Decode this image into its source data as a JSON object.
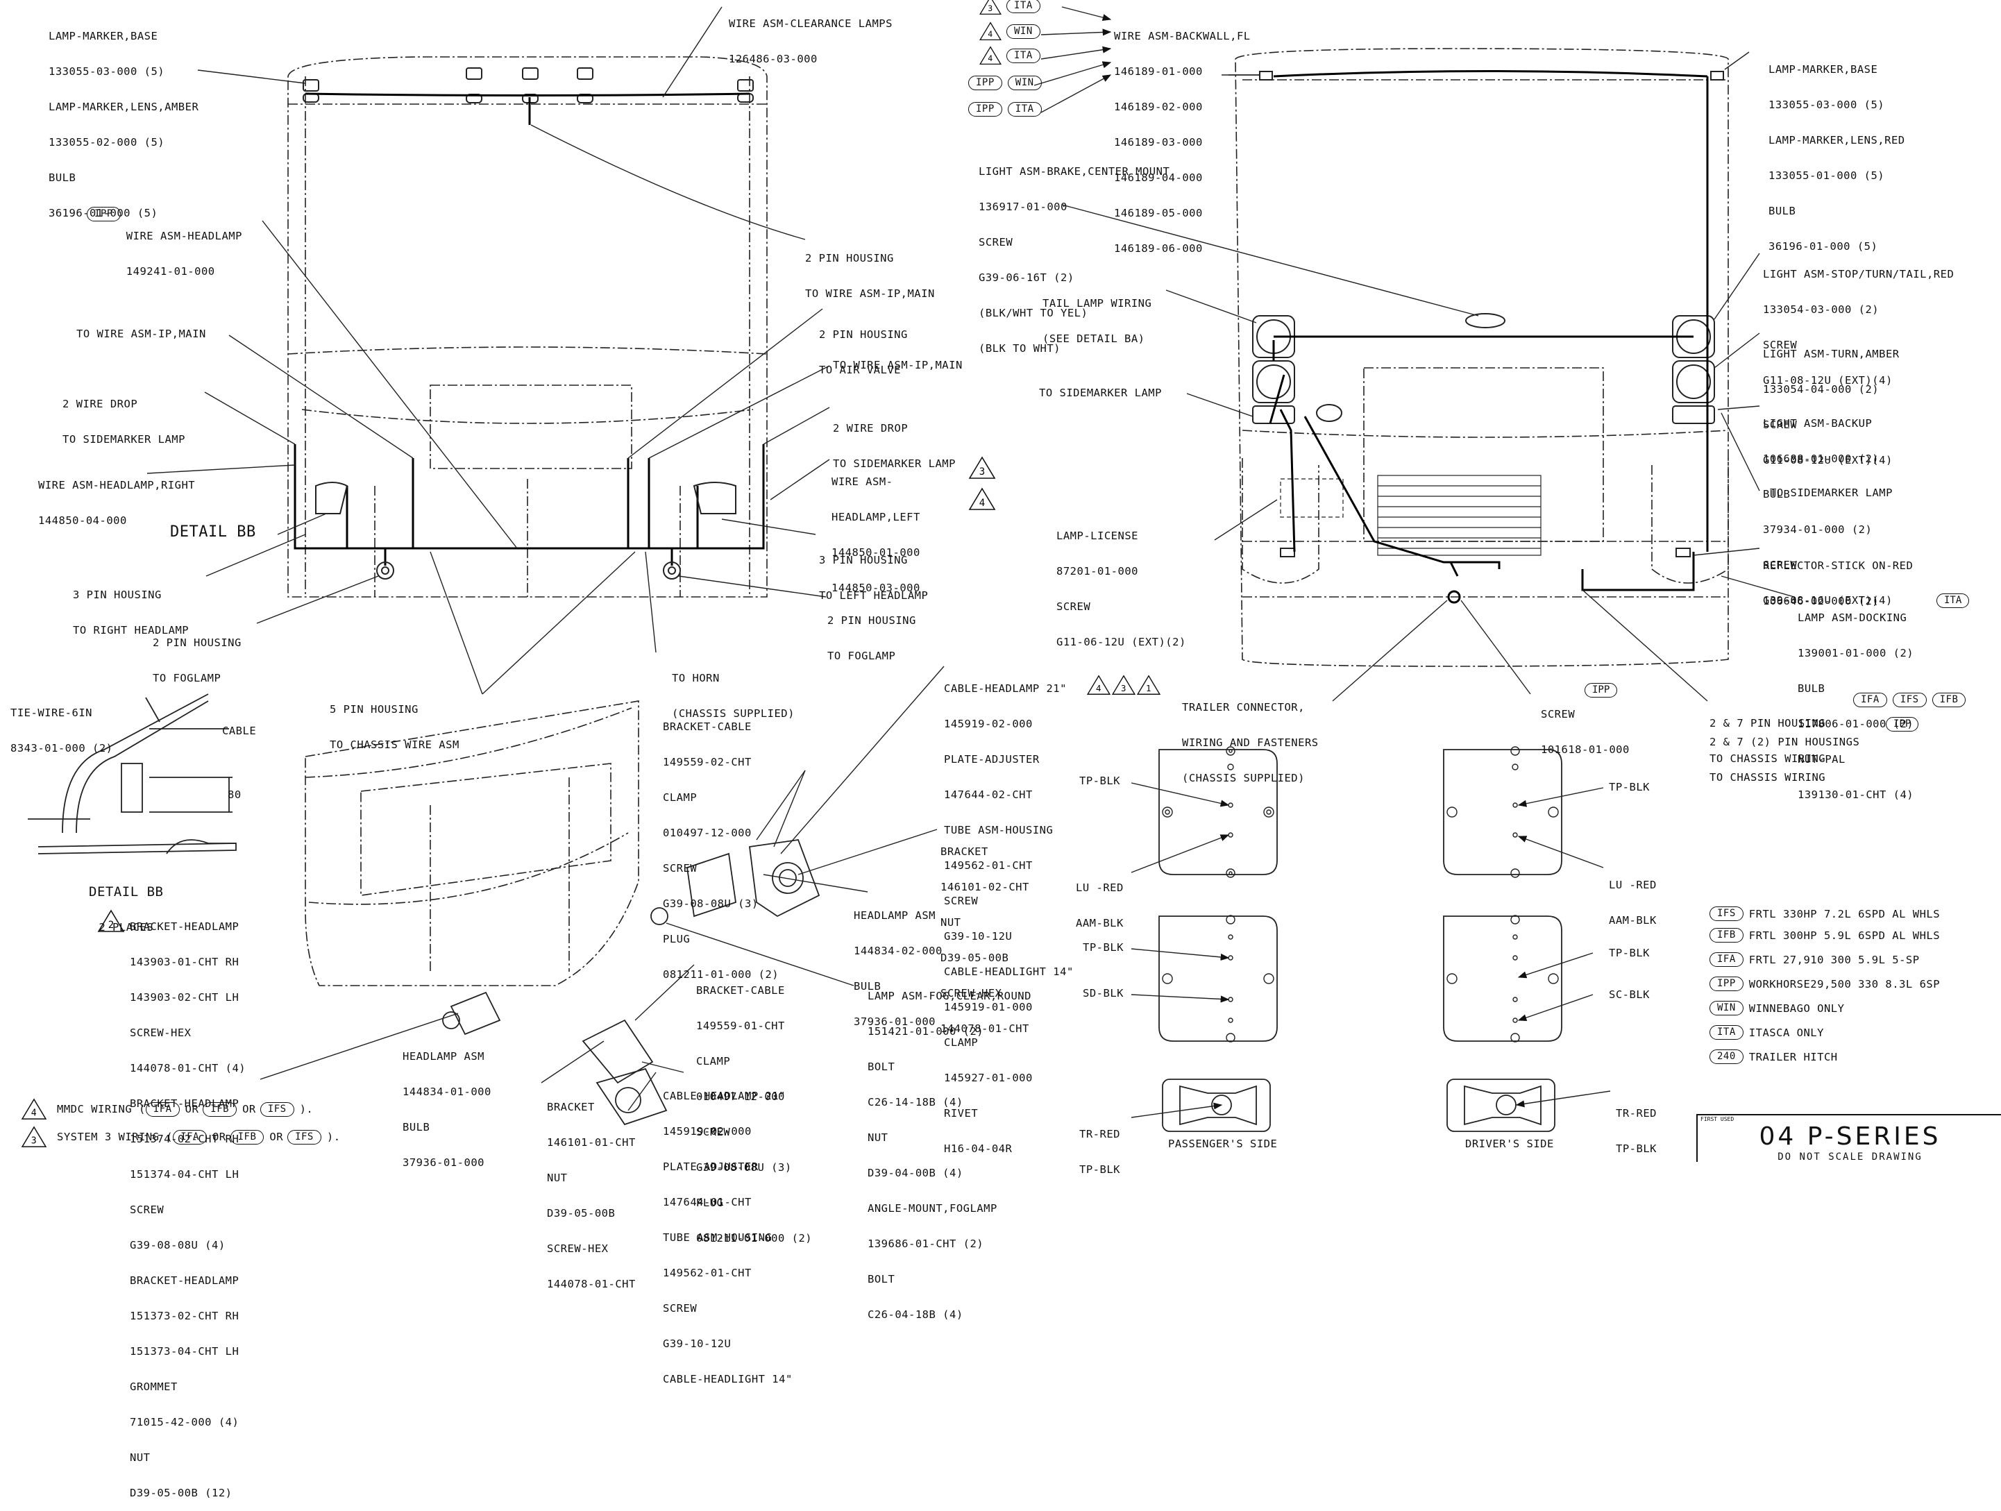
{
  "left_labels": {
    "lamp_marker_front": [
      "LAMP-MARKER,BASE",
      "133055-03-000 (5)",
      "LAMP-MARKER,LENS,AMBER",
      "133055-02-000 (5)",
      "BULB",
      "36196-01-000 (5)"
    ],
    "wire_clearance": [
      "WIRE ASM-CLEARANCE LAMPS",
      "126486-03-000"
    ],
    "wire_headlamp": [
      "WIRE ASM-HEADLAMP",
      "149241-01-000"
    ],
    "wire_headlamp_badge": "IPP",
    "housing_ip_main": [
      "2 PIN HOUSING",
      "TO WIRE ASM-IP,MAIN"
    ],
    "to_wire_ip_left": "TO WIRE ASM-IP,MAIN",
    "housing_air_valve": [
      "2 PIN HOUSING",
      "TO AIR VALVE"
    ],
    "to_wire_ip_right": "TO WIRE ASM-IP,MAIN",
    "wire_drop_left": [
      "2 WIRE DROP",
      "TO SIDEMARKER LAMP"
    ],
    "wire_drop_right": [
      "2 WIRE DROP",
      "TO SIDEMARKER LAMP"
    ],
    "wire_headlamp_right": [
      "WIRE ASM-HEADLAMP,RIGHT",
      "144850-04-000"
    ],
    "wire_headlamp_left": [
      "WIRE ASM-",
      "HEADLAMP,LEFT",
      "144850-01-000",
      "144850-03-000"
    ],
    "detail_bb": "DETAIL BB",
    "housing_right_headlamp": [
      "3 PIN HOUSING",
      "TO RIGHT HEADLAMP"
    ],
    "housing_left_headlamp": [
      "3 PIN HOUSING",
      "TO LEFT HEADLAMP"
    ],
    "housing_foglamp_left": [
      "2 PIN HOUSING",
      "TO FOGLAMP"
    ],
    "housing_foglamp_right": [
      "2 PIN HOUSING",
      "TO FOGLAMP"
    ],
    "to_horn": [
      "TO HORN",
      "(CHASSIS SUPPLIED)"
    ],
    "housing_chassis": [
      "5 PIN HOUSING",
      "TO CHASSIS WIRE ASM"
    ]
  },
  "detail": {
    "tie_wire": [
      "TIE-WIRE-6IN",
      "8343-01-000 (2)"
    ],
    "cable": "CABLE",
    "dim": "80",
    "caption": "DETAIL BB",
    "caption_sub": "2 PLACES"
  },
  "bracket_list": [
    "BRACKET-HEADLAMP",
    "143903-01-CHT RH",
    "143903-02-CHT LH",
    "SCREW-HEX",
    "144078-01-CHT (4)",
    "BRACKET-HEADLAMP",
    "151374-02-CHT RH",
    "151374-04-CHT LH",
    "SCREW",
    "G39-08-08U (4)",
    "BRACKET-HEADLAMP",
    "151373-02-CHT RH",
    "151373-04-CHT LH",
    "GROMMET",
    "71015-42-000 (4)",
    "NUT",
    "D39-05-00B (12)"
  ],
  "bracket_list_tri": "2",
  "iso": {
    "bracket_cable_top": [
      "BRACKET-CABLE",
      "149559-02-CHT",
      "CLAMP",
      "010497-12-000",
      "SCREW",
      "G39-08-08U (3)",
      "PLUG",
      "081211-01-000 (2)"
    ],
    "cable_headlamp_top": [
      "CABLE-HEADLAMP 21\"",
      "145919-02-000",
      "PLATE-ADJUSTER",
      "147644-02-CHT",
      "TUBE ASM-HOUSING",
      "149562-01-CHT",
      "SCREW",
      "G39-10-12U",
      "CABLE-HEADLIGHT 14\"",
      "145919-01-000",
      "CLAMP",
      "145927-01-000",
      "RIVET",
      "H16-04-04R"
    ],
    "bracket_top": [
      "BRACKET",
      "146101-02-CHT",
      "NUT",
      "D39-05-00B",
      "SCREW-HEX",
      "144078-01-CHT"
    ],
    "headlamp_top": [
      "HEADLAMP ASM",
      "144834-02-000",
      "BULB",
      "37936-01-000"
    ],
    "bracket_cable_bottom": [
      "BRACKET-CABLE",
      "149559-01-CHT",
      "CLAMP",
      "010497-12-000",
      "SCREW",
      "G39-08-08U (3)",
      "PLUG",
      "081211-01-000 (2)"
    ],
    "lamp_fog": [
      "LAMP ASM-FOG,CLEAR,ROUND",
      "151421-01-000 (2)",
      "BOLT",
      "C26-14-18B (4)",
      "NUT",
      "D39-04-00B (4)",
      "ANGLE-MOUNT,FOGLAMP",
      "139686-01-CHT (2)",
      "BOLT",
      "C26-04-18B (4)"
    ],
    "headlamp_bottom": [
      "HEADLAMP ASM",
      "144834-01-000",
      "BULB",
      "37936-01-000"
    ],
    "bracket_bottom": [
      "BRACKET",
      "146101-01-CHT",
      "NUT",
      "D39-05-00B",
      "SCREW-HEX",
      "144078-01-CHT"
    ],
    "cable_headlamp_bottom": [
      "CABLE-HEADLAMP 21\"",
      "145919-02-000",
      "PLATE-ADJUSTER",
      "147644-01-CHT",
      "TUBE ASM-HOUSING",
      "149562-01-CHT",
      "SCREW",
      "G39-10-12U",
      "CABLE-HEADLIGHT 14\""
    ]
  },
  "notes": {
    "mmdc": "MMDC WIRING (",
    "mmdc_tri": "4",
    "system3": "SYSTEM 3 WIRING (",
    "system3_tri": "3",
    "or": "OR",
    "end": ").",
    "pill_ifa": "IFA",
    "pill_ifb": "IFB",
    "pill_ifs": "IFS"
  },
  "rear_labels": {
    "backwall_tags": [
      {
        "tri": "3",
        "pill": "ITA"
      },
      {
        "tri": "4",
        "pill": "WIN"
      },
      {
        "tri": "4",
        "pill": "ITA"
      },
      {
        "tri": "",
        "pill": "IPP",
        "pill2": "WIN"
      },
      {
        "tri": "",
        "pill": "IPP",
        "pill2": "ITA"
      }
    ],
    "wire_backwall": [
      "WIRE ASM-BACKWALL,FL",
      "146189-01-000",
      "146189-02-000",
      "146189-03-000",
      "146189-04-000",
      "146189-05-000",
      "146189-06-000"
    ],
    "lamp_marker_rear": [
      "LAMP-MARKER,BASE",
      "133055-03-000 (5)",
      "LAMP-MARKER,LENS,RED",
      "133055-01-000 (5)",
      "BULB",
      "36196-01-000 (5)"
    ],
    "light_brake": [
      "LIGHT ASM-BRAKE,CENTER MOUNT",
      "136917-01-000",
      "SCREW",
      "G39-06-16T (2)",
      "(BLK/WHT TO YEL)",
      "(BLK TO WHT)"
    ],
    "tail_lamp": [
      "TAIL LAMP WIRING",
      "(SEE DETAIL BA)"
    ],
    "to_sidemarker_left": "TO SIDEMARKER LAMP",
    "light_stop": [
      "LIGHT ASM-STOP/TURN/TAIL,RED",
      "133054-03-000 (2)",
      "SCREW",
      "G11-08-12U (EXT)(4)"
    ],
    "light_turn": [
      "LIGHT ASM-TURN,AMBER",
      "133054-04-000 (2)",
      "SCREW",
      "G11-08-12U (EXT)(4)"
    ],
    "light_backup": [
      "LIGHT ASM-BACKUP",
      "106688-01-000 (2)",
      "BULB",
      "37934-01-000 (2)",
      "SCREW",
      "G39-08-16U (EXT)(4)"
    ],
    "to_sidemarker_right": "TO SIDEMARKER LAMP",
    "lamp_license": [
      "LAMP-LICENSE",
      "87201-01-000",
      "SCREW",
      "G11-06-12U (EXT)(2)"
    ],
    "reflector": [
      "REFLECTOR-STICK ON-RED",
      "106646-02-000 (2)"
    ],
    "lamp_docking": [
      "LAMP ASM-DOCKING",
      "139001-01-000 (2)",
      "BULB",
      "117806-01-000 (2)",
      "NUT-PAL",
      "139130-01-CHT (4)"
    ],
    "lamp_docking_pill": "ITA",
    "trailer": [
      "TRAILER CONNECTOR,",
      "WIRING AND FASTENERS",
      "(CHASSIS SUPPLIED)"
    ],
    "trailer_tris": [
      "4",
      "3",
      "1"
    ],
    "screw": [
      "SCREW",
      "101618-01-000"
    ],
    "screw_pill": "IPP",
    "pin7_a": [
      "2 & 7 PIN HOUSING",
      "TO CHASSIS WIRING"
    ],
    "pin7_a_pills": [
      "IFA",
      "IFS",
      "IFB"
    ],
    "pin7_b": [
      "2 & 7 (2) PIN HOUSINGS",
      "TO CHASSIS WIRING"
    ],
    "pin7_b_pill": "IPP"
  },
  "connectors": {
    "tp_blk": "TP-BLK",
    "lu_red": [
      "LU -RED",
      "AAM-BLK"
    ],
    "sd_blk": "SD-BLK",
    "sc_blk": "SC-BLK",
    "tr_red": [
      "TR-RED",
      "TP-BLK"
    ],
    "passenger": "PASSENGER'S SIDE",
    "driver": "DRIVER'S SIDE"
  },
  "legend": [
    {
      "code": "IFS",
      "text": "FRTL 330HP 7.2L 6SPD AL WHLS"
    },
    {
      "code": "IFB",
      "text": "FRTL 300HP 5.9L 6SPD AL WHLS"
    },
    {
      "code": "IFA",
      "text": "FRTL 27,910 300 5.9L 5-SP"
    },
    {
      "code": "IPP",
      "text": "WORKHORSE29,500 330 8.3L 6SP"
    },
    {
      "code": "WIN",
      "text": "WINNEBAGO ONLY"
    },
    {
      "code": "ITA",
      "text": "ITASCA ONLY"
    },
    {
      "code": "240",
      "text": "TRAILER HITCH"
    }
  ],
  "title_block": {
    "small": "FIRST USED",
    "main": "04 P-SERIES",
    "sub": "DO NOT SCALE DRAWING"
  }
}
